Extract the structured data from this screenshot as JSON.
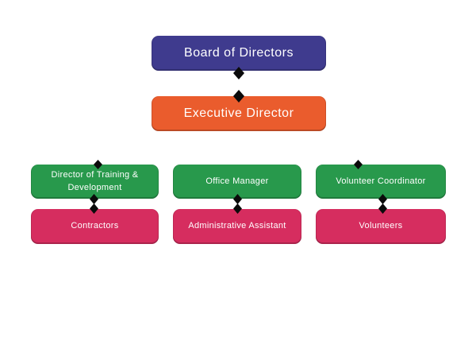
{
  "org_chart": {
    "type": "org-tree",
    "text_color": "#ffffff",
    "connector_color": "#0b0b0b",
    "levels": [
      {
        "nodes": [
          {
            "key": "board-of-directors",
            "label": "Board of Directors",
            "color": "#3f3b8e"
          }
        ]
      },
      {
        "nodes": [
          {
            "key": "executive-director",
            "label": "Executive Director",
            "color": "#ea5c2d"
          }
        ]
      },
      {
        "nodes": [
          {
            "key": "director-of-training-development",
            "label": "Director of Training & Development",
            "color": "#28994c"
          },
          {
            "key": "office-manager",
            "label": "Office Manager",
            "color": "#28994c"
          },
          {
            "key": "volunteer-coordinator",
            "label": "Volunteer Coordinator",
            "color": "#28994c"
          }
        ]
      },
      {
        "nodes": [
          {
            "key": "contractors",
            "label": "Contractors",
            "color": "#d62d5f"
          },
          {
            "key": "administrative-assistant",
            "label": "Administrative Assistant",
            "color": "#d62d5f"
          },
          {
            "key": "volunteers",
            "label": "Volunteers",
            "color": "#d62d5f"
          }
        ]
      }
    ],
    "connections": [
      {
        "from": "Board of Directors",
        "to": "Executive Director"
      },
      {
        "from": "Director of Training & Development",
        "to": "Contractors"
      },
      {
        "from": "Office Manager",
        "to": "Administrative Assistant"
      },
      {
        "from": "Volunteer Coordinator",
        "to": "Volunteers"
      }
    ]
  }
}
